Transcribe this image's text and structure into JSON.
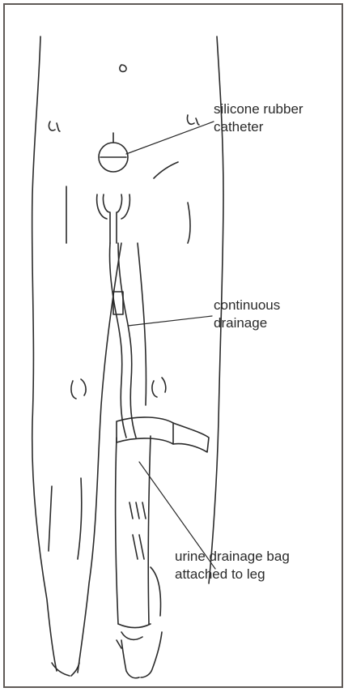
{
  "figure": {
    "labels": {
      "catheter": [
        "silicone rubber",
        "catheter"
      ],
      "drainage": [
        "continuous",
        "drainage"
      ],
      "bag": [
        "urine drainage bag",
        "attached to leg"
      ]
    }
  },
  "colors": {
    "frame": "#5f5a57",
    "ink": "#2a2a2a",
    "background": "#ffffff"
  }
}
